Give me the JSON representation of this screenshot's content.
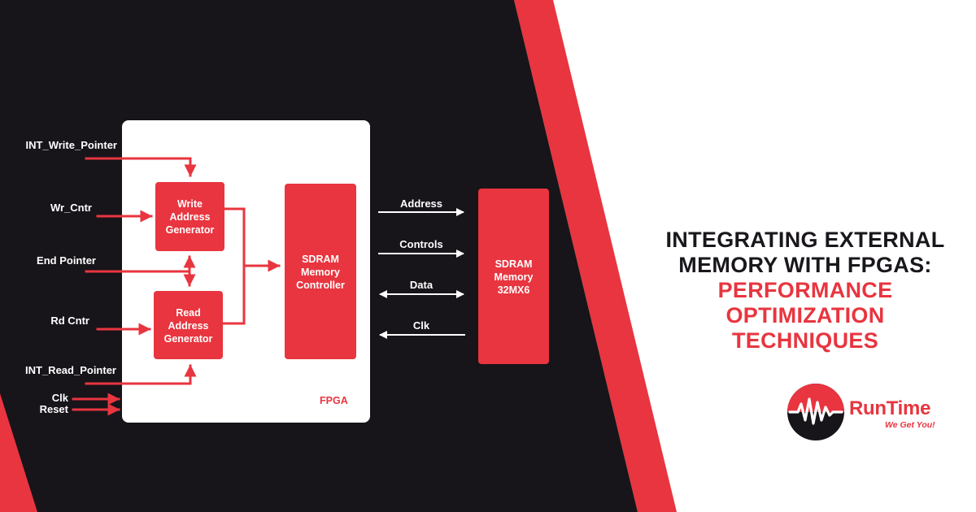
{
  "colors": {
    "dark": "#17141a",
    "red": "#e8353f",
    "white": "#ffffff",
    "text_dark": "#1a171c"
  },
  "diagram": {
    "inputs": {
      "int_write_pointer": "INT_Write_Pointer",
      "wr_cntr": "Wr_Cntr",
      "end_pointer": "End Pointer",
      "rd_cntr": "Rd Cntr",
      "int_read_pointer": "INT_Read_Pointer",
      "clk": "Clk",
      "reset": "Reset"
    },
    "blocks": {
      "write_address_generator": [
        "Write",
        "Address",
        "Generator"
      ],
      "read_address_generator": [
        "Read",
        "Address",
        "Generator"
      ],
      "sdram_memory_controller": [
        "SDRAM",
        "Memory",
        "Controller"
      ],
      "sdram_memory": [
        "SDRAM",
        "Memory",
        "32MX6"
      ]
    },
    "fpga_label": "FPGA",
    "bus_signals": {
      "address": "Address",
      "controls": "Controls",
      "data": "Data",
      "clk": "Clk"
    }
  },
  "headline": {
    "line1": "INTEGRATING EXTERNAL",
    "line2": "MEMORY WITH FPGAS:",
    "line3": "PERFORMANCE",
    "line4": "OPTIMIZATION TECHNIQUES"
  },
  "brand": {
    "name": "RunTime",
    "tagline": "We Get You!",
    "logo_icon": "waveform-logo-icon"
  }
}
